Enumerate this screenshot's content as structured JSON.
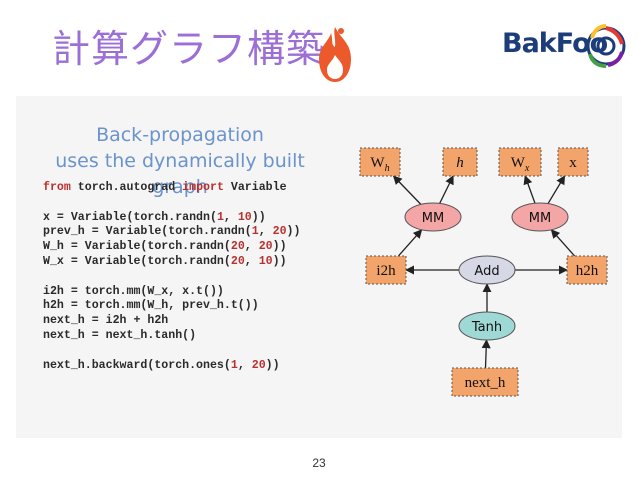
{
  "slide": {
    "title": "計算グラフ構築",
    "page_number": "23",
    "logo_text": "BakFoo"
  },
  "heading": {
    "line1": "Back-propagation",
    "line2": "uses the dynamically built graph"
  },
  "code": {
    "lines": [
      [
        {
          "t": "from",
          "c": "kw"
        },
        {
          "t": " torch.autograd "
        },
        {
          "t": "import",
          "c": "kw"
        },
        {
          "t": " Variable"
        }
      ],
      [],
      [
        {
          "t": "x = Variable(torch.randn("
        },
        {
          "t": "1",
          "c": "num"
        },
        {
          "t": ", "
        },
        {
          "t": "10",
          "c": "num"
        },
        {
          "t": "))"
        }
      ],
      [
        {
          "t": "prev_h = Variable(torch.randn("
        },
        {
          "t": "1",
          "c": "num"
        },
        {
          "t": ", "
        },
        {
          "t": "20",
          "c": "num"
        },
        {
          "t": "))"
        }
      ],
      [
        {
          "t": "W_h = Variable(torch.randn("
        },
        {
          "t": "20",
          "c": "num"
        },
        {
          "t": ", "
        },
        {
          "t": "20",
          "c": "num"
        },
        {
          "t": "))"
        }
      ],
      [
        {
          "t": "W_x = Variable(torch.randn("
        },
        {
          "t": "20",
          "c": "num"
        },
        {
          "t": ", "
        },
        {
          "t": "10",
          "c": "num"
        },
        {
          "t": "))"
        }
      ],
      [],
      [
        {
          "t": "i2h = torch.mm(W_x, x.t())"
        }
      ],
      [
        {
          "t": "h2h = torch.mm(W_h, prev_h.t())"
        }
      ],
      [
        {
          "t": "next_h = i2h + h2h"
        }
      ],
      [
        {
          "t": "next_h = next_h.tanh()"
        }
      ],
      [],
      [
        {
          "t": "next_h.backward(torch.ones("
        },
        {
          "t": "1",
          "c": "num"
        },
        {
          "t": ", "
        },
        {
          "t": "20",
          "c": "num"
        },
        {
          "t": "))"
        }
      ]
    ]
  },
  "graph": {
    "nodes": [
      {
        "id": "Wh",
        "label": "W",
        "sub": "h",
        "kind": "var"
      },
      {
        "id": "h",
        "label": "h",
        "kind": "var",
        "italic": true
      },
      {
        "id": "Wx",
        "label": "W",
        "sub": "x",
        "kind": "var"
      },
      {
        "id": "x",
        "label": "x",
        "kind": "var"
      },
      {
        "id": "MM1",
        "label": "MM",
        "kind": "op"
      },
      {
        "id": "MM2",
        "label": "MM",
        "kind": "op"
      },
      {
        "id": "i2h",
        "label": "i2h",
        "kind": "var"
      },
      {
        "id": "Add",
        "label": "Add",
        "kind": "op2"
      },
      {
        "id": "h2h",
        "label": "h2h",
        "kind": "var"
      },
      {
        "id": "Tanh",
        "label": "Tanh",
        "kind": "op3"
      },
      {
        "id": "next_h",
        "label": "next_h",
        "kind": "var"
      }
    ],
    "edges": [
      [
        "MM1",
        "Wh"
      ],
      [
        "MM1",
        "h"
      ],
      [
        "MM2",
        "Wx"
      ],
      [
        "MM2",
        "x"
      ],
      [
        "i2h",
        "MM1"
      ],
      [
        "h2h",
        "MM2"
      ],
      [
        "Add",
        "i2h"
      ],
      [
        "Add",
        "h2h"
      ],
      [
        "Tanh",
        "Add"
      ],
      [
        "next_h",
        "Tanh"
      ]
    ],
    "colors": {
      "var": "#f2a46b",
      "op": "#f4a5a5",
      "op2": "#d6d8e6",
      "op3": "#9fd9d6",
      "stroke": "#555555"
    }
  }
}
